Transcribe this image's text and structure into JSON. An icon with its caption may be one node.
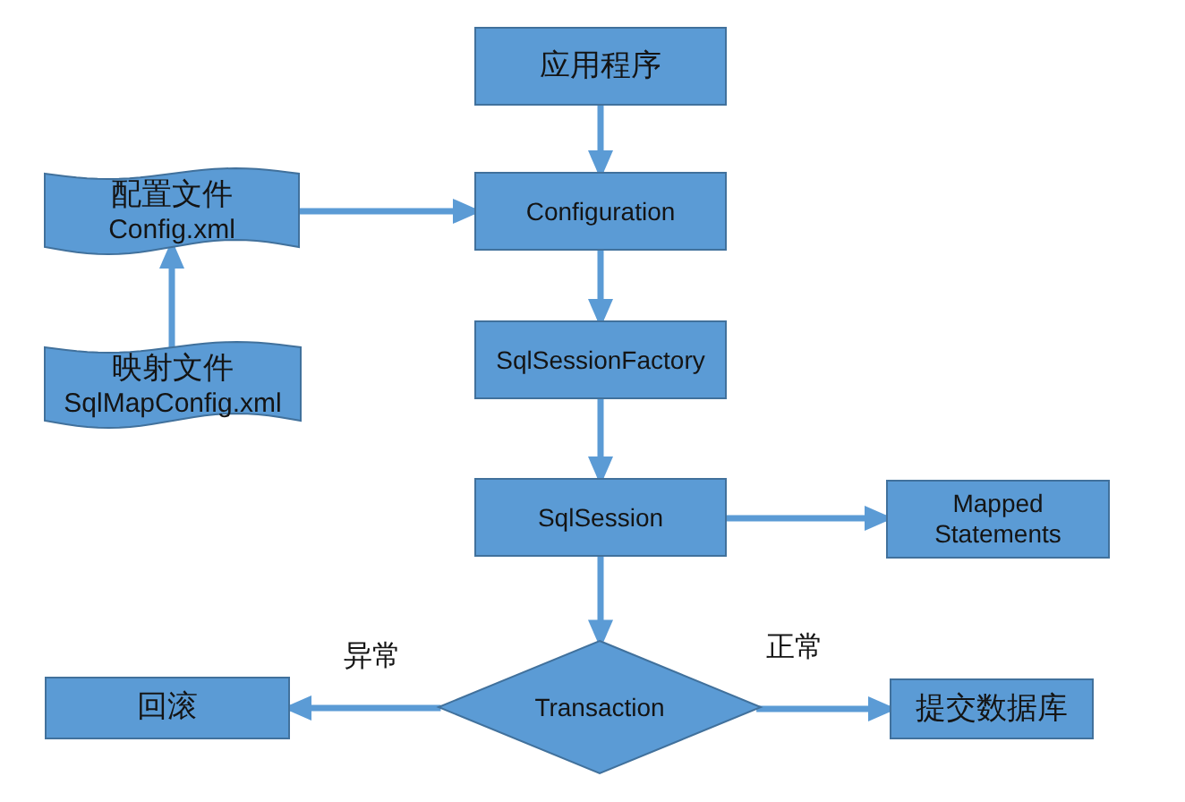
{
  "diagram": {
    "nodes": [
      {
        "text": [
          "应用程序"
        ]
      },
      {
        "text": [
          "配置文件",
          "Config.xml"
        ]
      },
      {
        "text": [
          "Configuration"
        ]
      },
      {
        "text": [
          "映射文件",
          "SqlMapConfig.xml"
        ]
      },
      {
        "text": [
          "SqlSessionFactory"
        ]
      },
      {
        "text": [
          "SqlSession"
        ]
      },
      {
        "text": [
          "Mapped Statements"
        ]
      },
      {
        "text": [
          "回滚"
        ]
      },
      {
        "text": [
          "Transaction"
        ]
      },
      {
        "text": [
          "提交数据库"
        ]
      }
    ],
    "edges": [
      {
        "from": 0,
        "to": 2,
        "arrow": "to"
      },
      {
        "from": 1,
        "to": 2,
        "arrow": "to"
      },
      {
        "from": 3,
        "to": 1,
        "arrow": "to"
      },
      {
        "from": 2,
        "to": 4,
        "arrow": "to"
      },
      {
        "from": 4,
        "to": 5,
        "arrow": "to"
      },
      {
        "from": 5,
        "to": 6,
        "arrow": "to"
      },
      {
        "from": 5,
        "to": 8,
        "arrow": "to"
      },
      {
        "from": 8,
        "to": 7,
        "arrow": "to",
        "label": "异常"
      },
      {
        "from": 8,
        "to": 9,
        "arrow": "to",
        "label": "正常"
      }
    ]
  }
}
